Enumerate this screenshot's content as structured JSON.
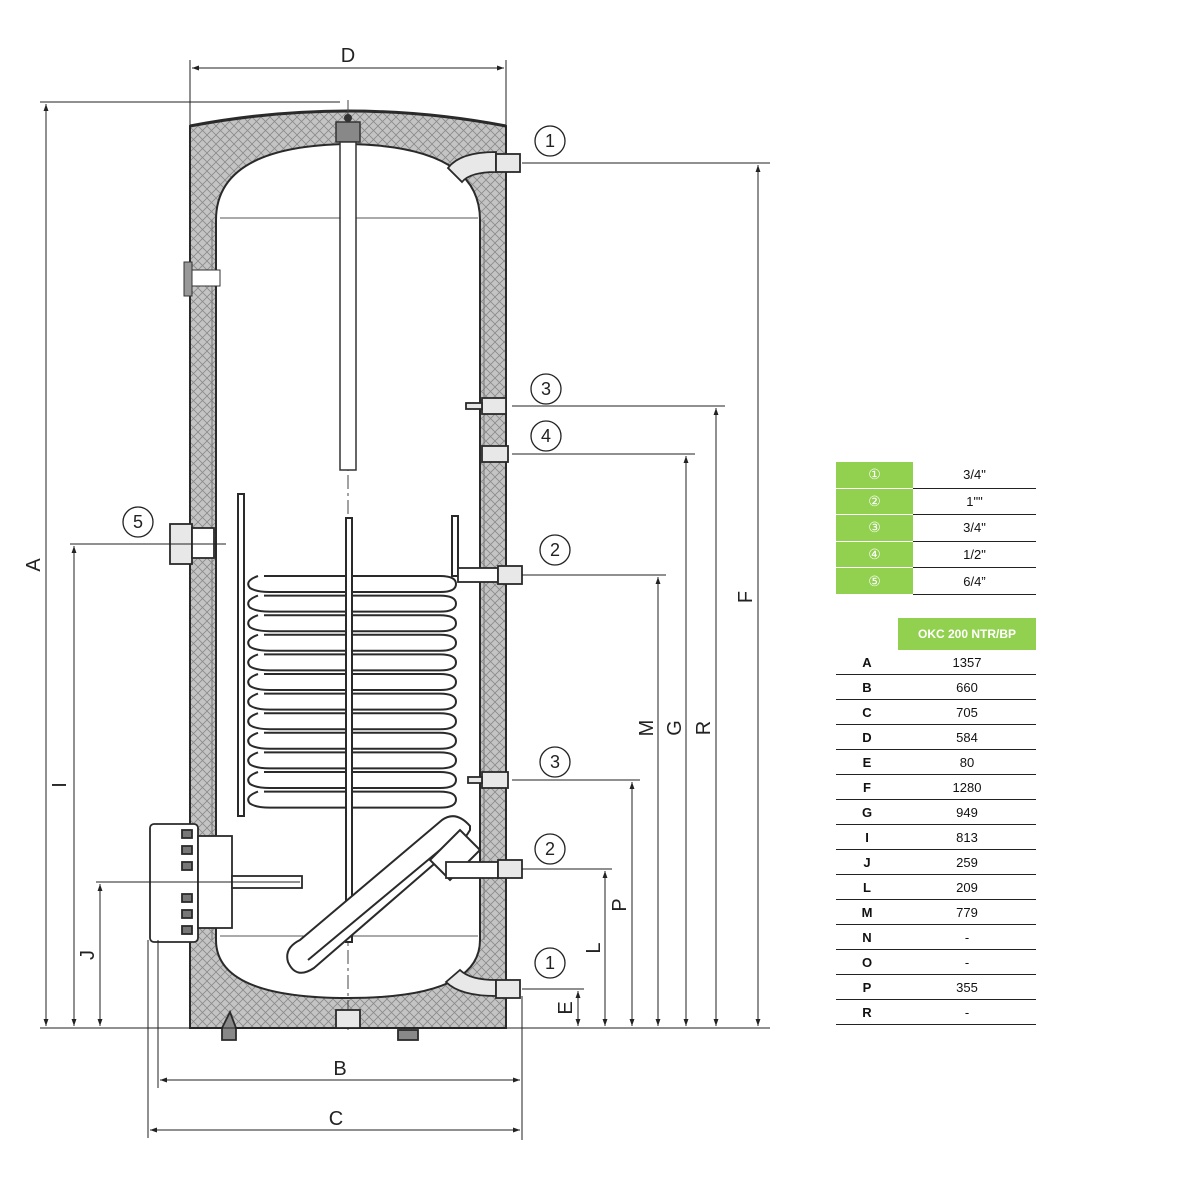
{
  "dimension_letters": {
    "A": "A",
    "B": "B",
    "C": "C",
    "D": "D",
    "E": "E",
    "F": "F",
    "G": "G",
    "I": "I",
    "J": "J",
    "L": "L",
    "M": "M",
    "P": "P",
    "R": "R"
  },
  "callouts": [
    "1",
    "2",
    "3",
    "4",
    "5"
  ],
  "connections": [
    {
      "symbol": "①",
      "size": "3/4\""
    },
    {
      "symbol": "②",
      "size": "1\"\""
    },
    {
      "symbol": "③",
      "size": "3/4\""
    },
    {
      "symbol": "④",
      "size": "1/2\""
    },
    {
      "symbol": "⑤",
      "size": "6/4”"
    }
  ],
  "dimension_table": {
    "model": "OKC 200 NTR/BP",
    "rows": [
      {
        "key": "A",
        "value": "1357"
      },
      {
        "key": "B",
        "value": "660"
      },
      {
        "key": "C",
        "value": "705"
      },
      {
        "key": "D",
        "value": "584"
      },
      {
        "key": "E",
        "value": "80"
      },
      {
        "key": "F",
        "value": "1280"
      },
      {
        "key": "G",
        "value": "949"
      },
      {
        "key": "I",
        "value": "813"
      },
      {
        "key": "J",
        "value": "259"
      },
      {
        "key": "L",
        "value": "209"
      },
      {
        "key": "M",
        "value": "779"
      },
      {
        "key": "N",
        "value": "-"
      },
      {
        "key": "O",
        "value": "-"
      },
      {
        "key": "P",
        "value": "355"
      },
      {
        "key": "R",
        "value": "-"
      }
    ]
  },
  "colors": {
    "accent": "#92d050",
    "line": "#2a2a2a",
    "insulation": "#bdbdbd"
  }
}
